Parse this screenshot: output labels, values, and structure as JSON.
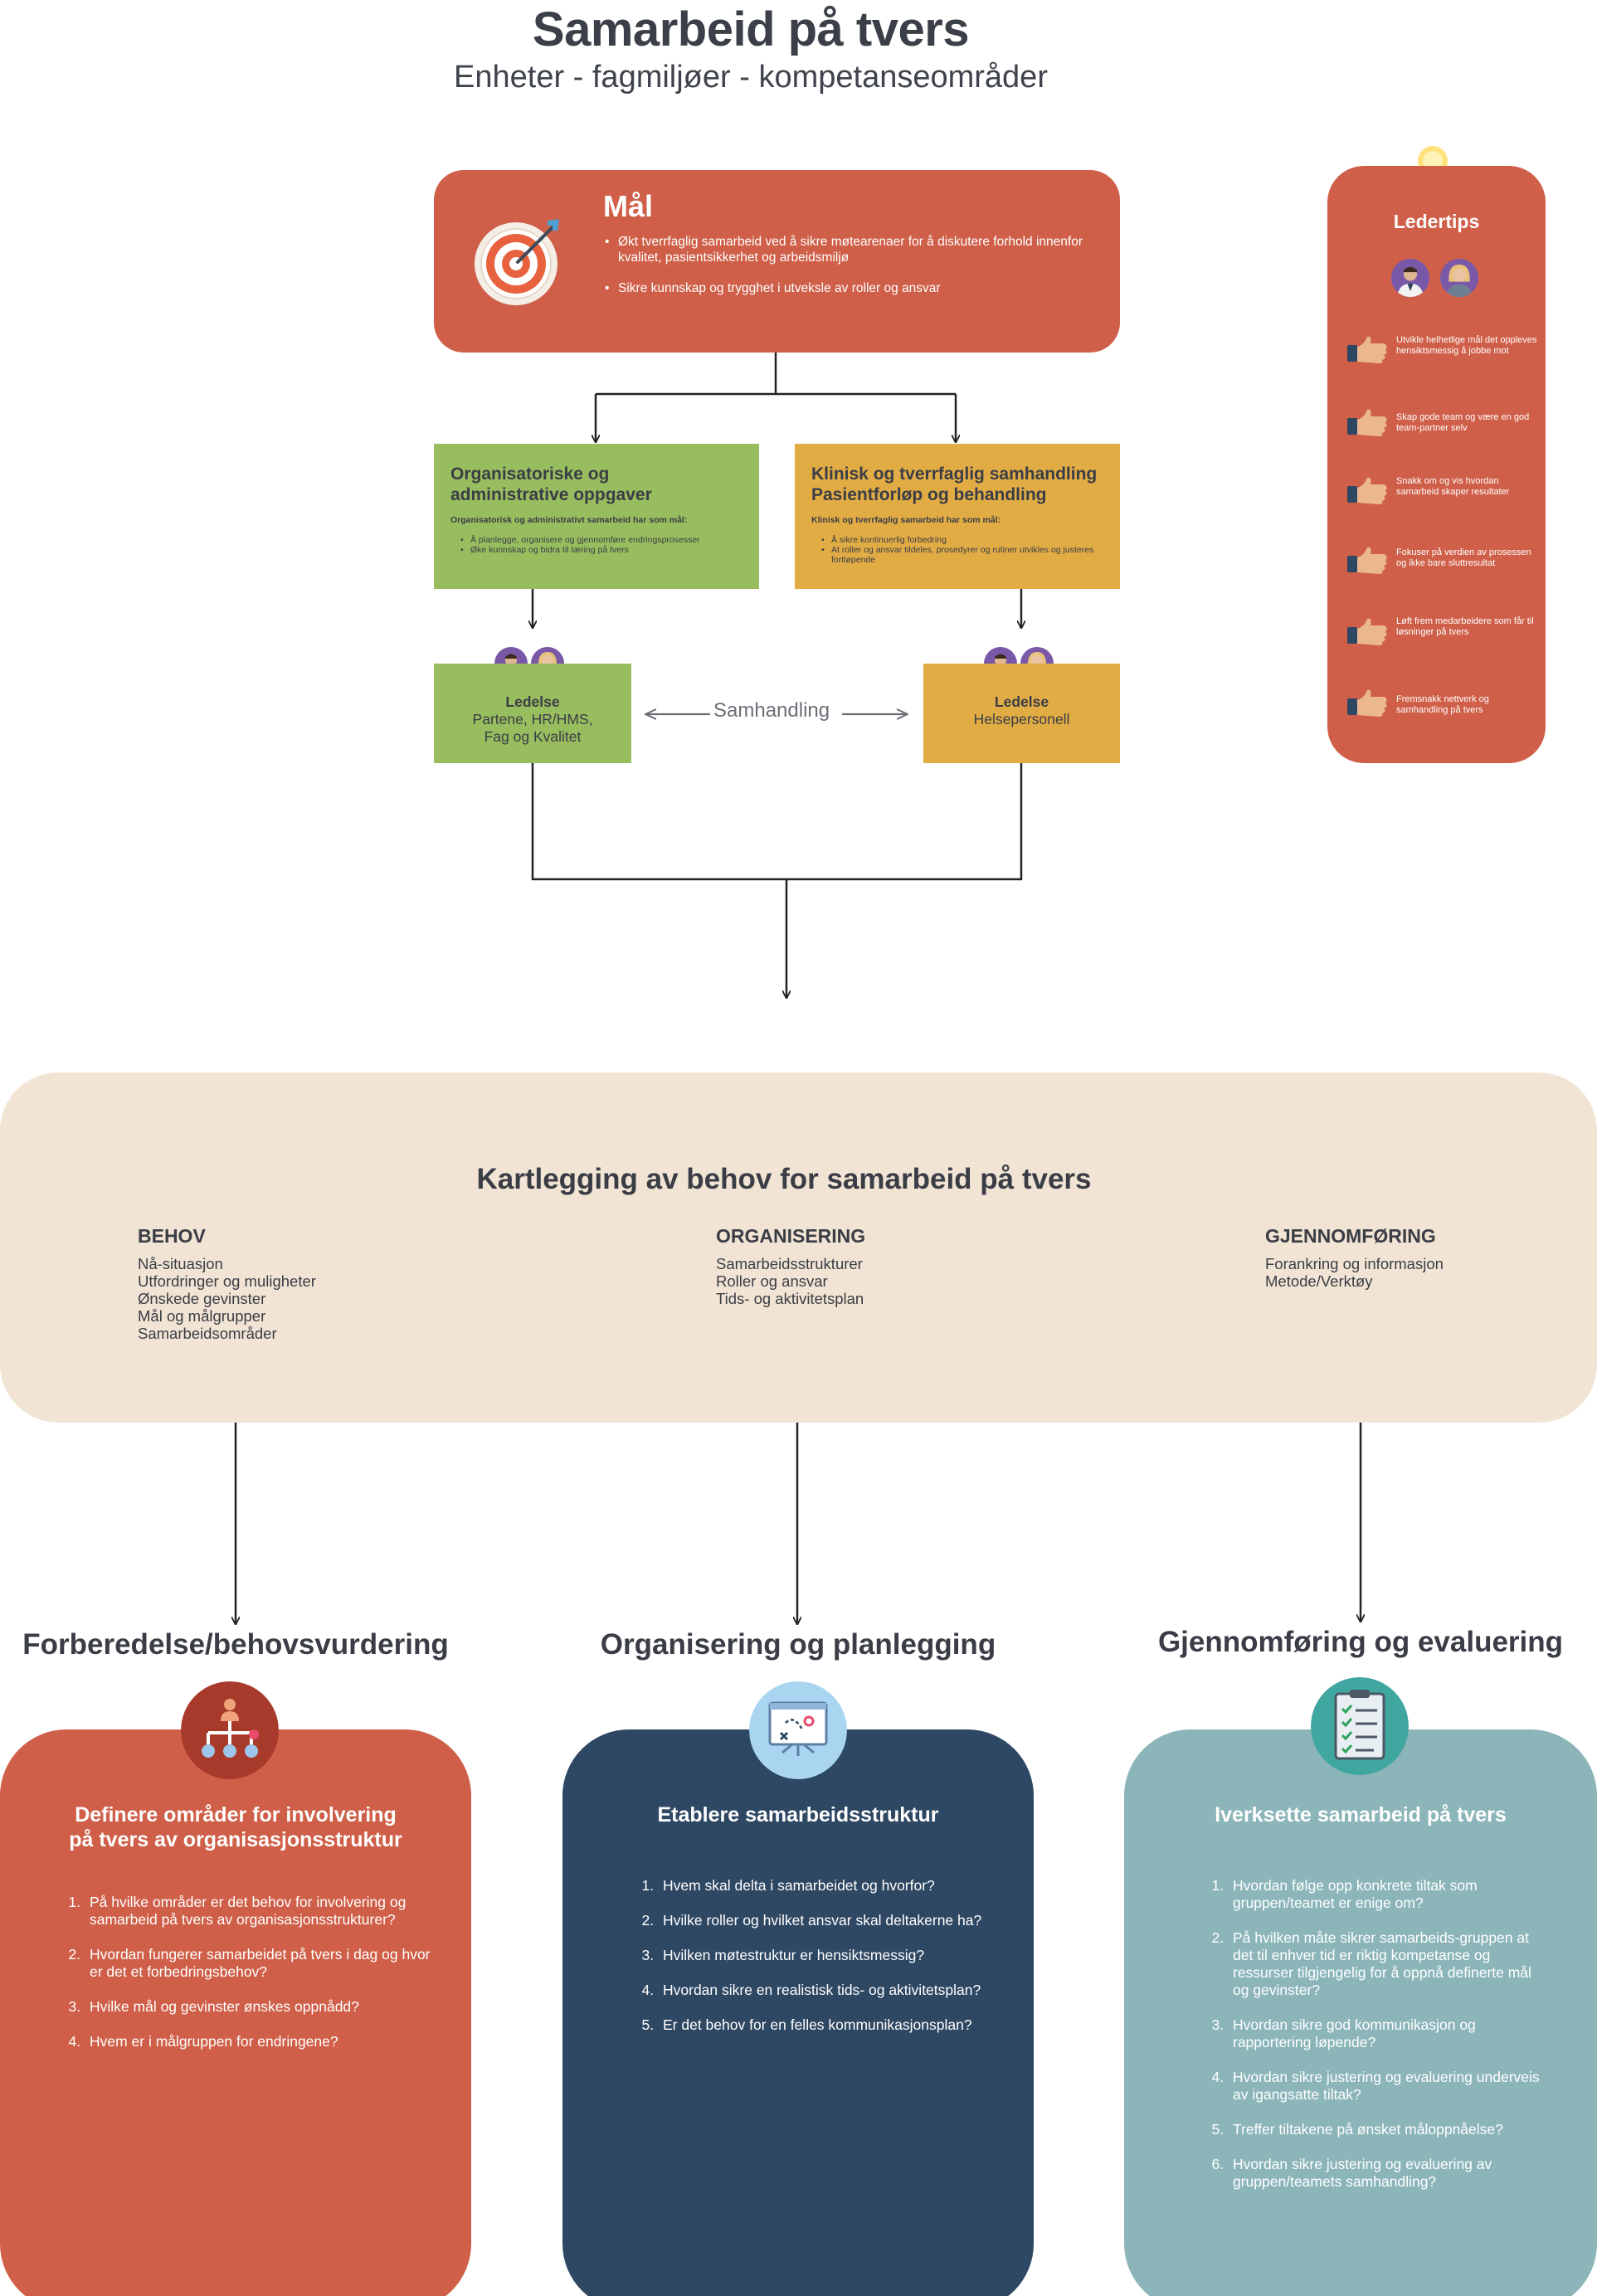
{
  "header": {
    "title": "Samarbeid på tvers",
    "subtitle": "Enheter - fagmiljøer - kompetanseområder"
  },
  "goal": {
    "title": "Mål",
    "icon": "target-arrow-icon",
    "items": [
      "Økt tverrfaglig samarbeid ved å sikre møtearenaer for å diskutere forhold innenfor kvalitet, pasientsikkerhet og arbeidsmiljø",
      "Sikre kunnskap og trygghet i utveksle av roller og ansvar"
    ]
  },
  "organisatoriske": {
    "title_line1": "Organisatoriske og",
    "title_line2": "administrative oppgaver",
    "lead": "Organisatorisk og administrativt samarbeid har som mål:",
    "items": [
      "Å planlegge, organisere og gjennomføre endringsprosesser",
      "Øke kunnskap og bidra til læring på tvers"
    ]
  },
  "klinisk": {
    "title_line1": "Klinisk og tverrfaglig samhandling",
    "title_line2": "Pasientforløp og behandling",
    "lead": "Klinisk og tverrfaglig samarbeid har som mål:",
    "items": [
      "Å sikre kontinuerlig forbedring",
      "At roller og ansvar tildeles, prosedyrer og rutiner utvikles og justeres fortløpende"
    ]
  },
  "ledelse_left": {
    "title": "Ledelse",
    "line1": "Partene, HR/HMS,",
    "line2": "Fag og Kvalitet"
  },
  "ledelse_right": {
    "title": "Ledelse",
    "line1": "Helsepersonell"
  },
  "samhandling": "Samhandling",
  "ledertips": {
    "title": "Ledertips",
    "icon": "lightbulb-icon",
    "tips": [
      "Utvikle helhetlige mål det oppleves hensiktsmessig å jobbe mot",
      "Skap gode team og være en god team-partner selv",
      "Snakk om og vis hvordan samarbeid skaper resultater",
      "Fokuser på verdien av prosessen og ikke bare sluttresultat",
      "Løft frem medarbeidere som får til løsninger på tvers",
      "Fremsnakk nettverk og samhandling på tvers"
    ]
  },
  "kartlegging": {
    "title": "Kartlegging av behov for samarbeid på tvers",
    "columns": [
      {
        "heading": "BEHOV",
        "items": [
          "Nå-situasjon",
          "Utfordringer og muligheter",
          "Ønskede gevinster",
          "Mål og målgrupper",
          "Samarbeidsområder"
        ]
      },
      {
        "heading": "ORGANISERING",
        "items": [
          "Samarbeidsstrukturer",
          "Roller og ansvar",
          "Tids- og aktivitetsplan"
        ]
      },
      {
        "heading": "GJENNOMFØRING",
        "items": [
          "Forankring og informasjon",
          "Metode/Verktøy"
        ]
      }
    ]
  },
  "phases": [
    {
      "title": "Forberedelse/behovsvurdering",
      "icon": "org-hierarchy-icon",
      "card_title_line1": "Definere områder for involvering",
      "card_title_line2": "på tvers av organisasjonsstruktur",
      "items": [
        "På hvilke områder er det behov for involvering og samarbeid på tvers av organisasjonsstrukturer?",
        "Hvordan fungerer samarbeidet på tvers i dag og hvor er det et forbedringsbehov?",
        "Hvilke mål og gevinster ønskes oppnådd?",
        "Hvem er i målgruppen for endringene?"
      ]
    },
    {
      "title": "Organisering og planlegging",
      "icon": "strategy-board-icon",
      "card_title_line1": "Etablere samarbeidsstruktur",
      "items": [
        "Hvem skal delta i samarbeidet og hvorfor?",
        "Hvilke roller og hvilket ansvar skal deltakerne ha?",
        "Hvilken møtestruktur er hensiktsmessig?",
        "Hvordan sikre en realistisk tids- og aktivitetsplan?",
        "Er det behov for en felles kommunikasjonsplan?"
      ]
    },
    {
      "title": "Gjennomføring og evaluering",
      "icon": "checklist-clipboard-icon",
      "card_title_line1": "Iverksette samarbeid på tvers",
      "items": [
        "Hvordan følge opp konkrete tiltak som gruppen/teamet er enige om?",
        "På hvilken måte sikrer samarbeids-gruppen at det til enhver tid er riktig kompetanse og ressurser tilgjengelig for å oppnå definerte mål og gevinster?",
        "Hvordan sikre god kommunikasjon og rapportering løpende?",
        "Hvordan sikre justering og evaluering underveis av igangsatte tiltak?",
        "Treffer tiltakene på ønsket måloppnåelse?",
        "Hvordan sikre justering og evaluering av gruppen/teamets samhandling?"
      ]
    }
  ],
  "colors": {
    "red": "#cf5f48",
    "green": "#98bd5f",
    "yellow": "#e2ac45",
    "beige": "#f1e4d4",
    "navy": "#2e4763",
    "teal": "#8cb5ba",
    "text": "#3a3d45"
  }
}
